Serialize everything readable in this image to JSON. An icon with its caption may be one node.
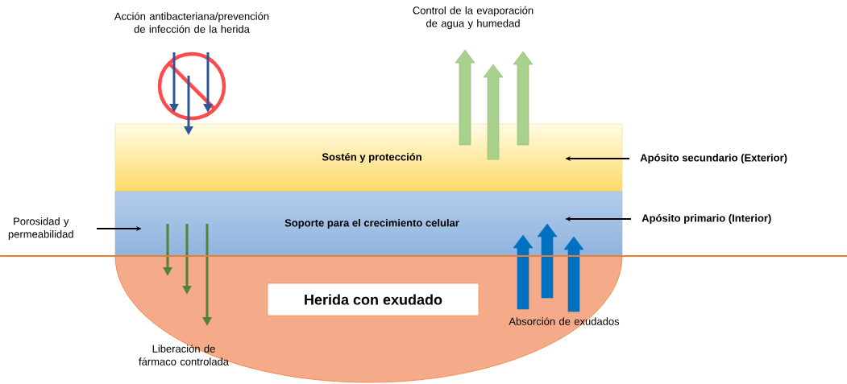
{
  "diagram": {
    "nodes": [
      {
        "text": [
          "Sostén y protección"
        ]
      },
      {
        "text": [
          "Soporte para el crecimiento celular"
        ]
      },
      {
        "text": [
          "Herida con exudado"
        ]
      },
      {
        "text": [
          "Apósito secundario (Exterior)"
        ]
      },
      {
        "text": [
          "Apósito primario (Interior)"
        ]
      },
      {
        "text": [
          "Porosidad y permeabilidad"
        ]
      }
    ],
    "edges": [
      {
        "from": 3,
        "to": 0,
        "arrow": "to"
      },
      {
        "from": 4,
        "to": 1,
        "arrow": "to"
      },
      {
        "from": 5,
        "to": 1,
        "arrow": "to"
      }
    ],
    "labels": [
      "Acción antibacteriana/prevención de infección de la herida",
      "Control de la evaporación de agua y humedad",
      "Liberación de fármaco controlada",
      "Absorción de exudados"
    ]
  }
}
